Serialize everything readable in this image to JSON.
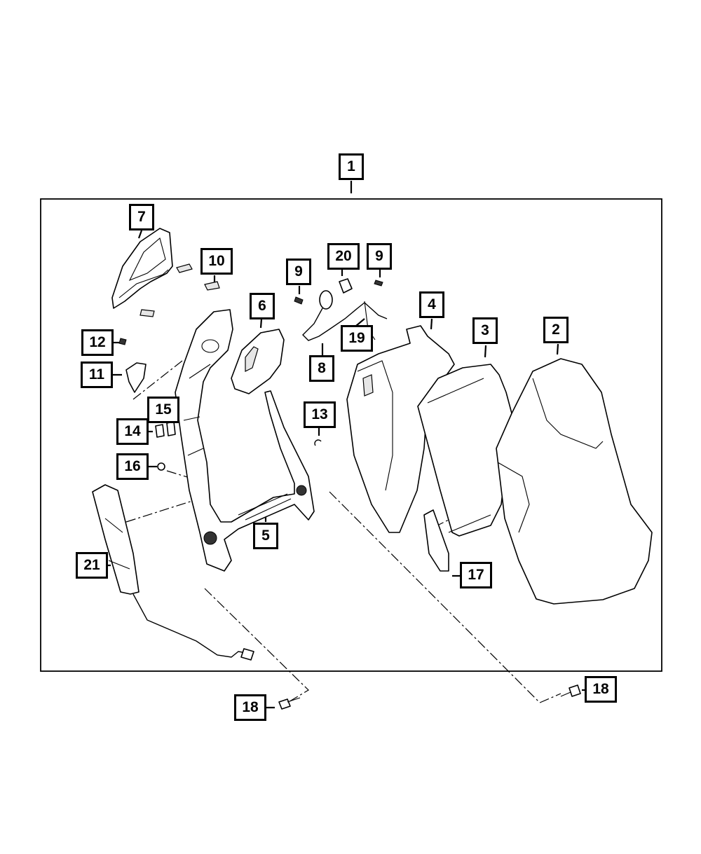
{
  "diagram": {
    "callouts": {
      "c1": "1",
      "c2": "2",
      "c3": "3",
      "c4": "4",
      "c5": "5",
      "c6": "6",
      "c7": "7",
      "c8": "8",
      "c9a": "9",
      "c9b": "9",
      "c10": "10",
      "c11": "11",
      "c12": "12",
      "c13": "13",
      "c14": "14",
      "c15": "15",
      "c16": "16",
      "c17": "17",
      "c18a": "18",
      "c18b": "18",
      "c19": "19",
      "c20": "20",
      "c21": "21"
    }
  }
}
